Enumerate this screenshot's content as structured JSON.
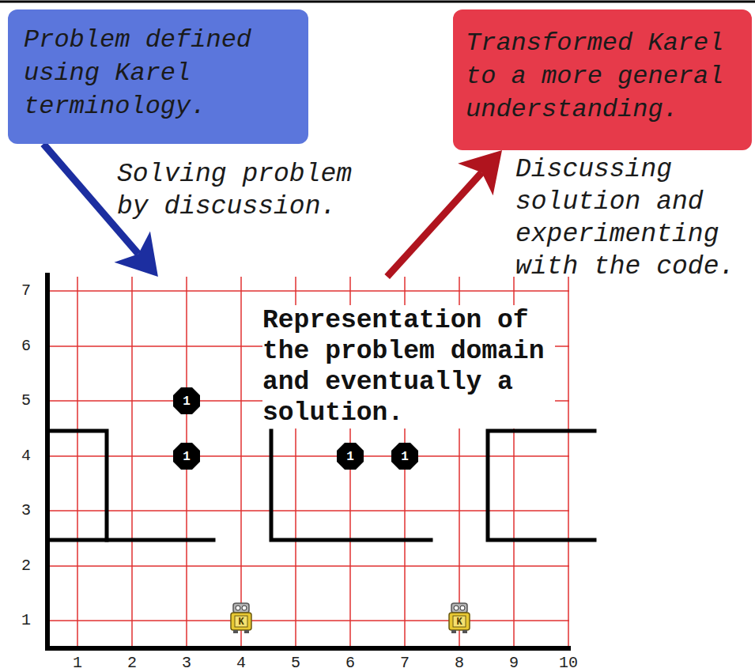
{
  "diagram": {
    "nodes": [
      {
        "text": [
          "Problem defined using Karel terminology."
        ]
      },
      {
        "text": [
          "Representation of the problem domain and eventually a solution."
        ]
      },
      {
        "text": [
          "Transformed Karel to a more general understanding."
        ]
      }
    ],
    "edges": [
      {
        "from": 0,
        "to": 1,
        "arrow": "to",
        "label": "Solving problem by discussion."
      },
      {
        "from": 1,
        "to": 2,
        "arrow": "to",
        "label": "Discussing solution and experimenting with the code."
      }
    ],
    "labels": [
      "1",
      "2",
      "3",
      "4",
      "5",
      "6",
      "7",
      "8",
      "9",
      "10",
      "1",
      "2",
      "3",
      "4",
      "5",
      "6",
      "7",
      "1",
      "1",
      "1",
      "1",
      "K",
      "K"
    ]
  }
}
